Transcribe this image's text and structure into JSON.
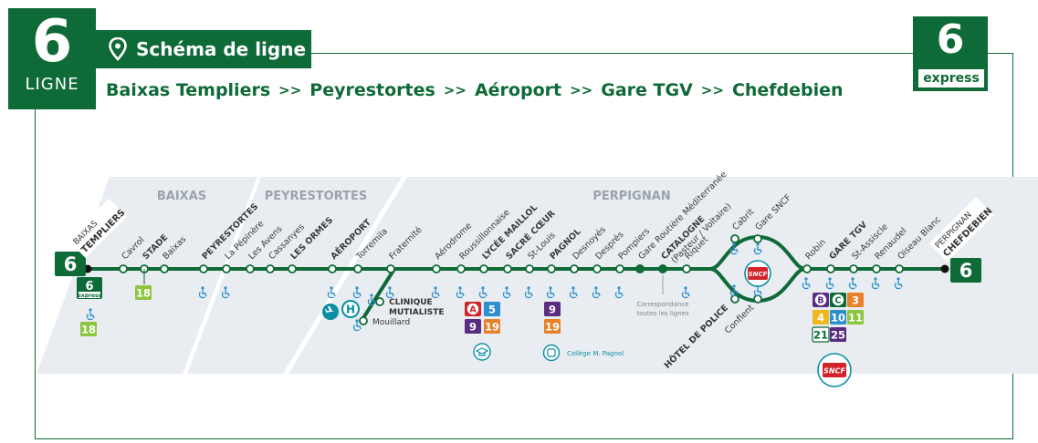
{
  "header": {
    "line_number": "6",
    "line_label": "LIGNE",
    "title": "Schéma de ligne",
    "route": [
      "Baixas Templiers",
      "Peyrestortes",
      "Aéroport",
      "Gare TGV",
      "Chefdebien"
    ],
    "route_separator": ">>",
    "express_number": "6",
    "express_label": "express"
  },
  "zones": {
    "baixas": "BAIXAS",
    "peyrestortes": "PEYRESTORTES",
    "perpignan": "PERPIGNAN"
  },
  "terminus_start": {
    "line1": "BAIXAS",
    "line2": "TEMPLIERS",
    "badge": "6"
  },
  "terminus_end": {
    "line1": "PERPIGNAN",
    "line2": "CHEFDEBIEN",
    "badge": "6"
  },
  "start_express": {
    "number": "6",
    "label": "express"
  },
  "stops_main": [
    {
      "name": "Cavrol",
      "bold": false,
      "access": false
    },
    {
      "name": "STADE",
      "bold": true,
      "access": false
    },
    {
      "name": "Baixas",
      "bold": false,
      "access": false
    },
    {
      "name": "PEYRESTORTES",
      "bold": true,
      "access": true
    },
    {
      "name": "La Pépinère",
      "bold": false,
      "access": true
    },
    {
      "name": "Les Avens",
      "bold": false,
      "access": false
    },
    {
      "name": "Cassanyes",
      "bold": false,
      "access": false
    },
    {
      "name": "LES ORMES",
      "bold": true,
      "access": false
    },
    {
      "name": "AÉROPORT",
      "bold": true,
      "access": true
    },
    {
      "name": "Torremila",
      "bold": false,
      "access": true
    },
    {
      "name": "Fraternité",
      "bold": false,
      "access": true
    },
    {
      "name": "Aérodrome",
      "bold": false,
      "access": true
    },
    {
      "name": "Roussillonnaise",
      "bold": false,
      "access": true
    },
    {
      "name": "LYCÉE MAILLOL",
      "bold": true,
      "access": true
    },
    {
      "name": "SACRÉ CŒUR",
      "bold": true,
      "access": true
    },
    {
      "name": "St-Louis",
      "bold": false,
      "access": true
    },
    {
      "name": "PAGNOL",
      "bold": true,
      "access": true
    },
    {
      "name": "Desnoyés",
      "bold": false,
      "access": true
    },
    {
      "name": "Després",
      "bold": false,
      "access": true
    },
    {
      "name": "Pompiers",
      "bold": false,
      "access": true
    },
    {
      "name": "Gare Routière Méditerranée",
      "bold": false,
      "access": false
    },
    {
      "name": "CATALOGNE",
      "bold": true,
      "access": false
    },
    {
      "name": "Riquet",
      "bold": false,
      "access": true
    }
  ],
  "catalogne_note": "(Pasteur / Voltaire)",
  "gare_routiere_note": "Correspondance toutes les lignes",
  "branch_stops": [
    {
      "name": "CLINIQUE MUTIALISTE",
      "bold": true
    },
    {
      "name": "Mouillard",
      "bold": false
    }
  ],
  "loop_upper": [
    "Cabrit",
    "Gare SNCF"
  ],
  "loop_lower": [
    "HÔTEL DE POLICE",
    "Confient"
  ],
  "stops_east": [
    {
      "name": "Robin",
      "bold": false
    },
    {
      "name": "GARE TGV",
      "bold": true
    },
    {
      "name": "St-Assiscle",
      "bold": false
    },
    {
      "name": "Renaudel",
      "bold": false
    },
    {
      "name": "Oiseau Blanc",
      "bold": false
    }
  ],
  "connections": {
    "stade": [
      "18"
    ],
    "terminus": [
      "18"
    ],
    "lycee": [
      "A",
      "5",
      "9",
      "19"
    ],
    "pagnol": [
      "9",
      "19"
    ],
    "college": "Collège M. Pagnol",
    "garetgv": [
      "B",
      "C",
      "3",
      "4",
      "10",
      "11",
      "21",
      "25"
    ],
    "sncf": "SNCF"
  },
  "colors": {
    "green": "#0e6a36",
    "light_green": "#8cc63f",
    "purple": "#5a2d82",
    "orange": "#e8822a",
    "red": "#d2232a",
    "blue": "#2e8fce",
    "teal": "#0a8fa4",
    "zone_grey": "#e9edf1"
  }
}
